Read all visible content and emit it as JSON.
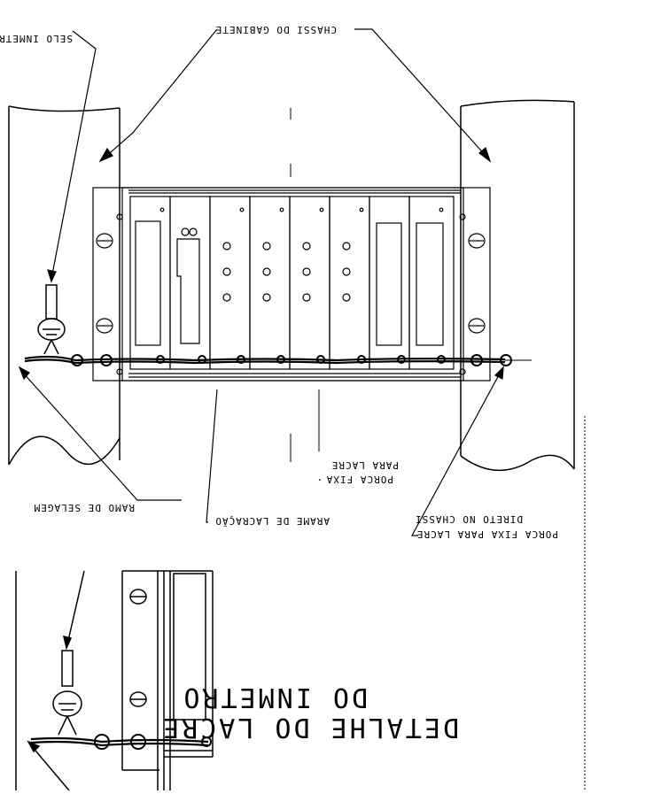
{
  "labels": {
    "selo_inmetro": "SELO INMETRO",
    "chassi_gabinete": "CHASSI DO GABINETE",
    "para_lacre": "PARA LACRE",
    "porca_fixa": "PORCA FIXA",
    "ramo_selagem": "RAMO DE SELAGEM",
    "arame_lacracao": "ARAME DE LACRAÇÃO",
    "direto_chassi": "DIRETO NO CHASSI",
    "porca_fixa_lacre": "PORCA FIXA PARA LACRE",
    "do_inmetro": "DO INMETRO",
    "detalhe_lacre": "DETALHE DO LACRE"
  }
}
